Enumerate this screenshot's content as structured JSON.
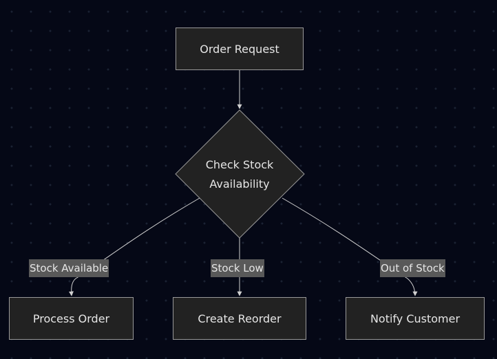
{
  "nodes": {
    "start": "Order Request",
    "decision_line1": "Check Stock",
    "decision_line2": "Availability",
    "process": "Process Order",
    "reorder": "Create Reorder",
    "notify": "Notify Customer"
  },
  "edges": {
    "available": "Stock Available",
    "low": "Stock Low",
    "out": "Out of Stock"
  },
  "colors": {
    "background": "#050816",
    "node_fill": "#222222",
    "node_stroke": "#9a9a9a",
    "edge": "#d0d0d0",
    "edge_label_bg": "#595959"
  }
}
